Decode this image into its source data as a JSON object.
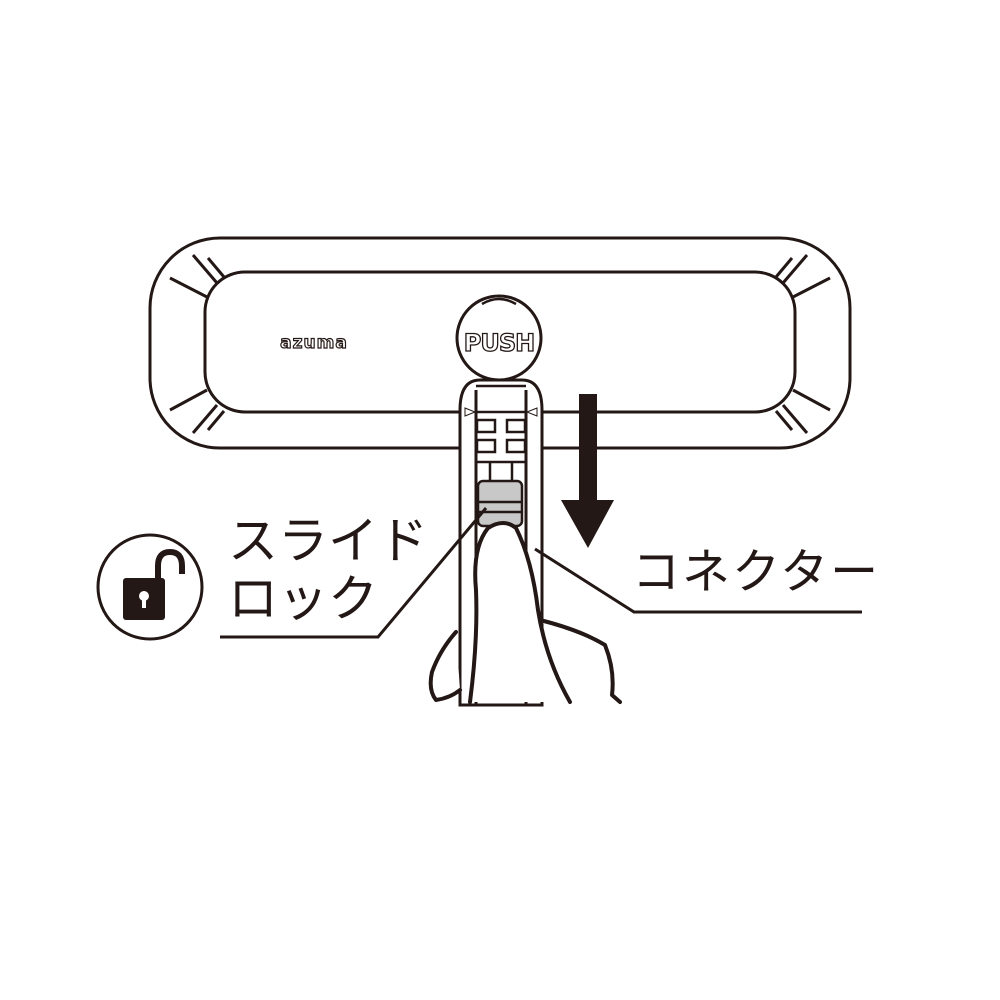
{
  "device": {
    "brand_logo": "azuma",
    "button_label": "PUSH"
  },
  "callouts": {
    "slide_lock": {
      "line1": "スライド",
      "line2": "ロック",
      "icon": "unlocked-padlock-icon"
    },
    "connector": {
      "label": "コネクター"
    }
  },
  "direction_arrow": {
    "icon": "arrow-down-icon",
    "direction": "down"
  },
  "colors": {
    "line": "#231815",
    "slider_fill": "#c8c8c8",
    "background": "#ffffff"
  }
}
